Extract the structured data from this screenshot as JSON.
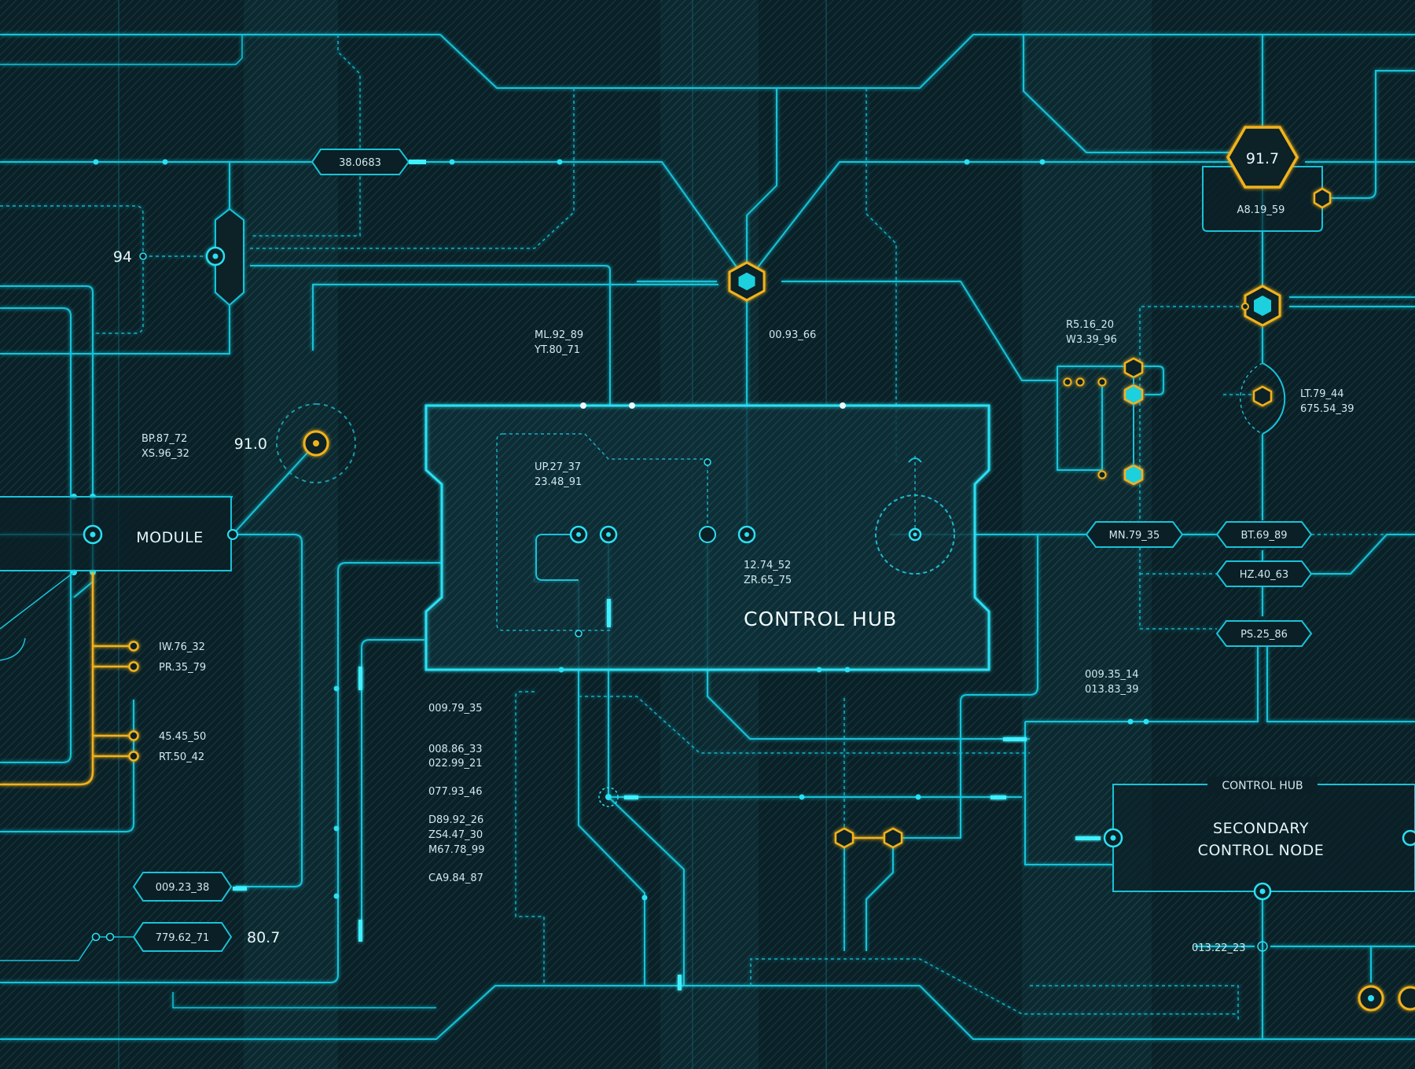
{
  "diagram": {
    "main_hub": {
      "title": "CONTROL HUB",
      "inner_label_1a": "UP.27_37",
      "inner_label_1b": "23.48_91",
      "inner_label_2a": "12.74_52",
      "inner_label_2b": "ZR.65_75"
    },
    "secondary_node": {
      "header": "CONTROL HUB",
      "title_line1": "SECONDARY",
      "title_line2": "CONTROL NODE"
    },
    "module": {
      "label": "MODULE"
    },
    "readouts": {
      "top_left_hex": "38.0683",
      "top_right_hex": "91.7",
      "top_right_box": "A8.19_59",
      "left_value": "94",
      "dial_value": "91.0",
      "bottom_value": "80.7"
    },
    "labels": {
      "ml": "ML.92_89",
      "yt": "YT.80_71",
      "code_0093": "00.93_66",
      "bp": "BP.87_72",
      "xs": "XS.96_32",
      "r5": "R5.16_20",
      "w3": "W3.39_96",
      "lt": "LT.79_44",
      "n675": "675.54_39",
      "iw": "IW.76_32",
      "pr": "PR.35_79",
      "c4545": "45.45_50",
      "rt": "RT.50_42",
      "c00979": "009.79_35",
      "c00886": "008.86_33",
      "c02299": "022.99_21",
      "c07793": "077.93_46",
      "d89": "D89.92_26",
      "zs4": "ZS4.47_30",
      "m67": "M67.78_99",
      "ca9": "CA9.84_87",
      "c00935": "009.35_14",
      "c01383": "013.83_39",
      "c01322": "013.22_23",
      "pill_00923": "009.23_38",
      "pill_77962": "779.62_71",
      "pill_mn": "MN.79_35",
      "pill_bt": "BT.69_89",
      "pill_hz": "HZ.40_63",
      "pill_ps": "PS.25_86"
    },
    "colors": {
      "line": "#18c3d8",
      "accent": "#f2b21c",
      "background": "#081a1f"
    }
  }
}
